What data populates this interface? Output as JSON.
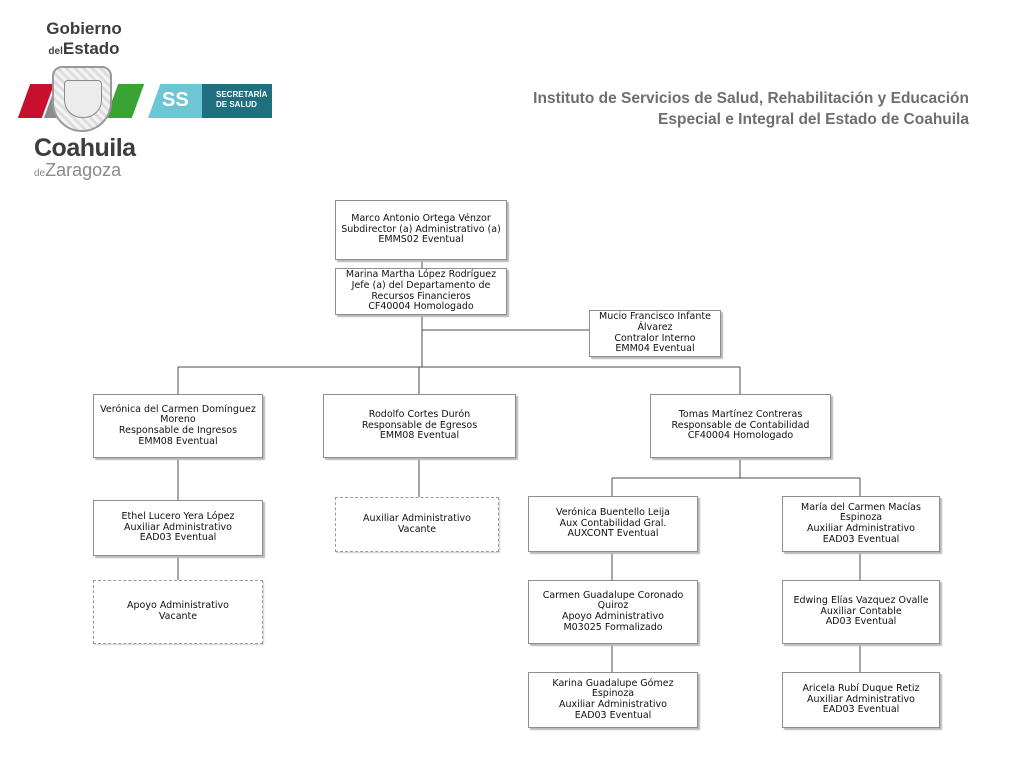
{
  "header": {
    "gobierno": "Gobierno",
    "del": "del",
    "estado": "Estado",
    "coahuila": "Coahuila",
    "de": "de",
    "zaragoza": "Zaragoza",
    "ss_logo": "SS",
    "secretaria": "SECRETARÍA",
    "de_salud": "DE SALUD",
    "institute_line1": "Instituto de Servicios de Salud, Rehabilitación y Educación",
    "institute_line2": "Especial e Integral del Estado de Coahuila"
  },
  "colors": {
    "red": "#c8102e",
    "green": "#3aa335",
    "ss_light": "#6cc6d3",
    "ss_dark": "#1f6f7e",
    "title_gray": "#6e6e6e"
  },
  "org": {
    "subdirector": [
      "Marco Antonio Ortega Vénzor",
      "Subdirector (a) Administrativo (a)",
      "EMMS02 Eventual"
    ],
    "jefe": [
      "Marina Martha López Rodríguez",
      "Jefe (a) del Departamento de",
      "Recursos Financieros",
      "CF40004 Homologado"
    ],
    "contralor": [
      "Mucio Francisco Infante",
      "Álvarez",
      "Contralor Interno",
      "EMM04 Eventual"
    ],
    "ingresos": [
      "Verónica del Carmen Domínguez",
      "Moreno",
      "Responsable de Ingresos",
      "EMM08 Eventual"
    ],
    "egresos": [
      "Rodolfo Cortes Durón",
      "Responsable de Egresos",
      "EMM08 Eventual"
    ],
    "contabilidad": [
      "Tomas Martínez Contreras",
      "Responsable de Contabilidad",
      "CF40004 Homologado"
    ],
    "ethel": [
      "Ethel Lucero Yera López",
      "Auxiliar Administrativo",
      "EAD03 Eventual"
    ],
    "apoyo_vacante": [
      "Apoyo Administrativo",
      "Vacante"
    ],
    "aux_vacante": [
      "Auxiliar Administrativo",
      "Vacante"
    ],
    "veronica_b": [
      "Verónica Buentello Leija",
      "Aux Contabilidad Gral.",
      "AUXCONT Eventual"
    ],
    "carmen": [
      "Carmen Guadalupe Coronado",
      "Quiroz",
      "Apoyo Administrativo",
      "M03025 Formalizado"
    ],
    "karina": [
      "Karina Guadalupe Gómez Espinoza",
      "Auxiliar Administrativo",
      "EAD03 Eventual"
    ],
    "maria": [
      "María del Carmen Macías",
      "Espinoza",
      "Auxiliar Administrativo",
      "EAD03 Eventual"
    ],
    "edwing": [
      "Edwing Elías Vazquez Ovalle",
      "Auxiliar Contable",
      "AD03 Eventual"
    ],
    "aricela": [
      "Aricela Rubí Duque Retiz",
      "Auxiliar Administrativo",
      "EAD03 Eventual"
    ]
  }
}
